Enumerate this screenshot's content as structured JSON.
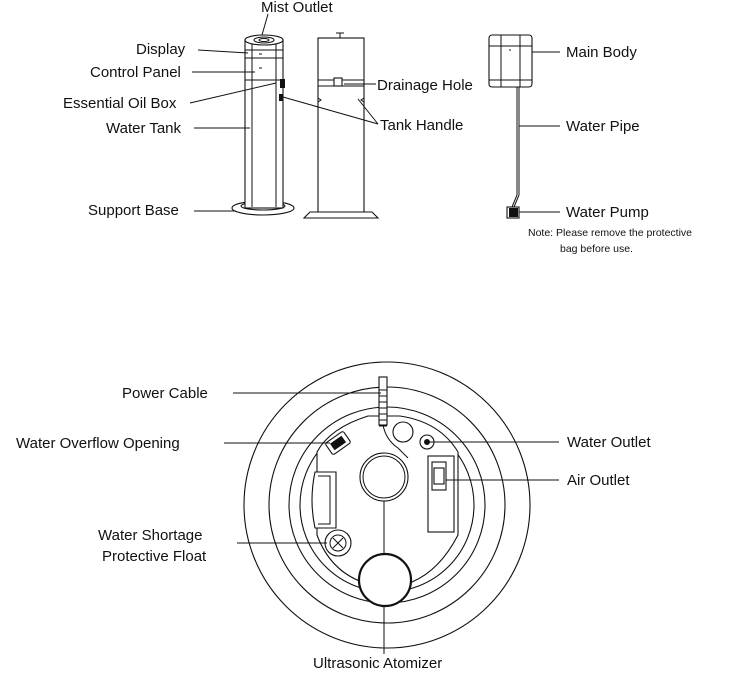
{
  "top_labels": {
    "mist_outlet": "Mist Outlet",
    "display": "Display",
    "control_panel": "Control Panel",
    "essential_oil_box": "Essential Oil Box",
    "water_tank": "Water Tank",
    "support_base": "Support Base",
    "drainage_hole": "Drainage Hole",
    "tank_handle": "Tank Handle",
    "main_body": "Main Body",
    "water_pipe": "Water Pipe",
    "water_pump": "Water Pump",
    "note_line1": "Note: Please remove the protective",
    "note_line2": "bag before use."
  },
  "bottom_labels": {
    "power_cable": "Power Cable",
    "water_overflow_opening": "Water Overflow Opening",
    "water_outlet": "Water Outlet",
    "air_outlet": "Air Outlet",
    "water_shortage_line1": "Water Shortage",
    "water_shortage_line2": "Protective Float",
    "ultrasonic_atomizer": "Ultrasonic Atomizer"
  }
}
